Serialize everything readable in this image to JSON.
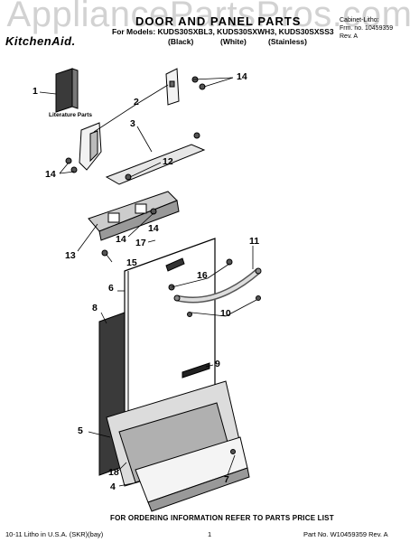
{
  "watermark": "AppliancePartsPros.com",
  "header": {
    "title": "DOOR AND PANEL PARTS",
    "models_line": "For Models: KUDS30SXBL3, KUDS30SXWH3, KUDS30SXSS3",
    "variants": [
      "(Black)",
      "(White)",
      "(Stainless)"
    ],
    "publication": [
      "Cabinet-Litho:",
      "Frm. no. 10459359",
      "Rev. A"
    ]
  },
  "brand": "KitchenAid.",
  "parts": {
    "literature_label": "Literature Parts",
    "callouts": [
      "1",
      "2",
      "3",
      "14",
      "14",
      "12",
      "14",
      "13",
      "14",
      "17",
      "15",
      "11",
      "16",
      "6",
      "8",
      "10",
      "9",
      "5",
      "18",
      "4",
      "7"
    ]
  },
  "footer": {
    "ordering_note": "FOR ORDERING INFORMATION REFER TO PARTS PRICE LIST",
    "left": "10-11 Litho in U.S.A. (SKR)(bay)",
    "center": "1",
    "right": "Part No. W10459359 Rev. A"
  }
}
